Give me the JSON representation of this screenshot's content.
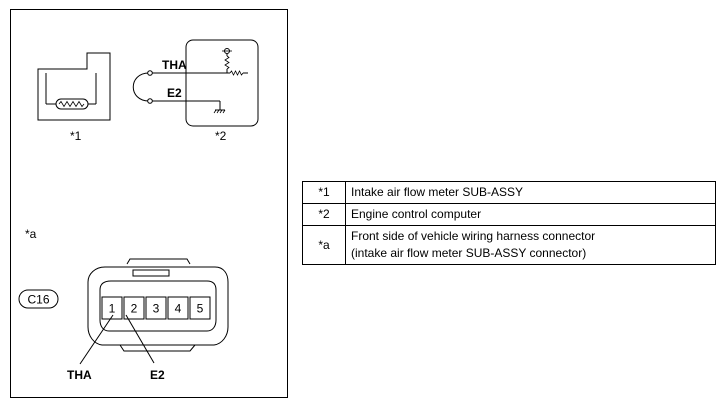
{
  "diagram": {
    "sensor_label": "*1",
    "ecu_label": "*2",
    "signal_tha": "THA",
    "signal_e2": "E2",
    "view_label": "*a",
    "connector_code": "C16",
    "pins": [
      "1",
      "2",
      "3",
      "4",
      "5"
    ],
    "pin_tha_label": "THA",
    "pin_e2_label": "E2"
  },
  "legend": {
    "rows": [
      {
        "key": "*1",
        "lines": [
          "Intake air flow meter SUB-ASSY"
        ]
      },
      {
        "key": "*2",
        "lines": [
          "Engine control computer"
        ]
      },
      {
        "key": "*a",
        "lines": [
          "Front side of vehicle wiring harness connector",
          "(intake air flow meter SUB-ASSY connector)"
        ]
      }
    ]
  }
}
